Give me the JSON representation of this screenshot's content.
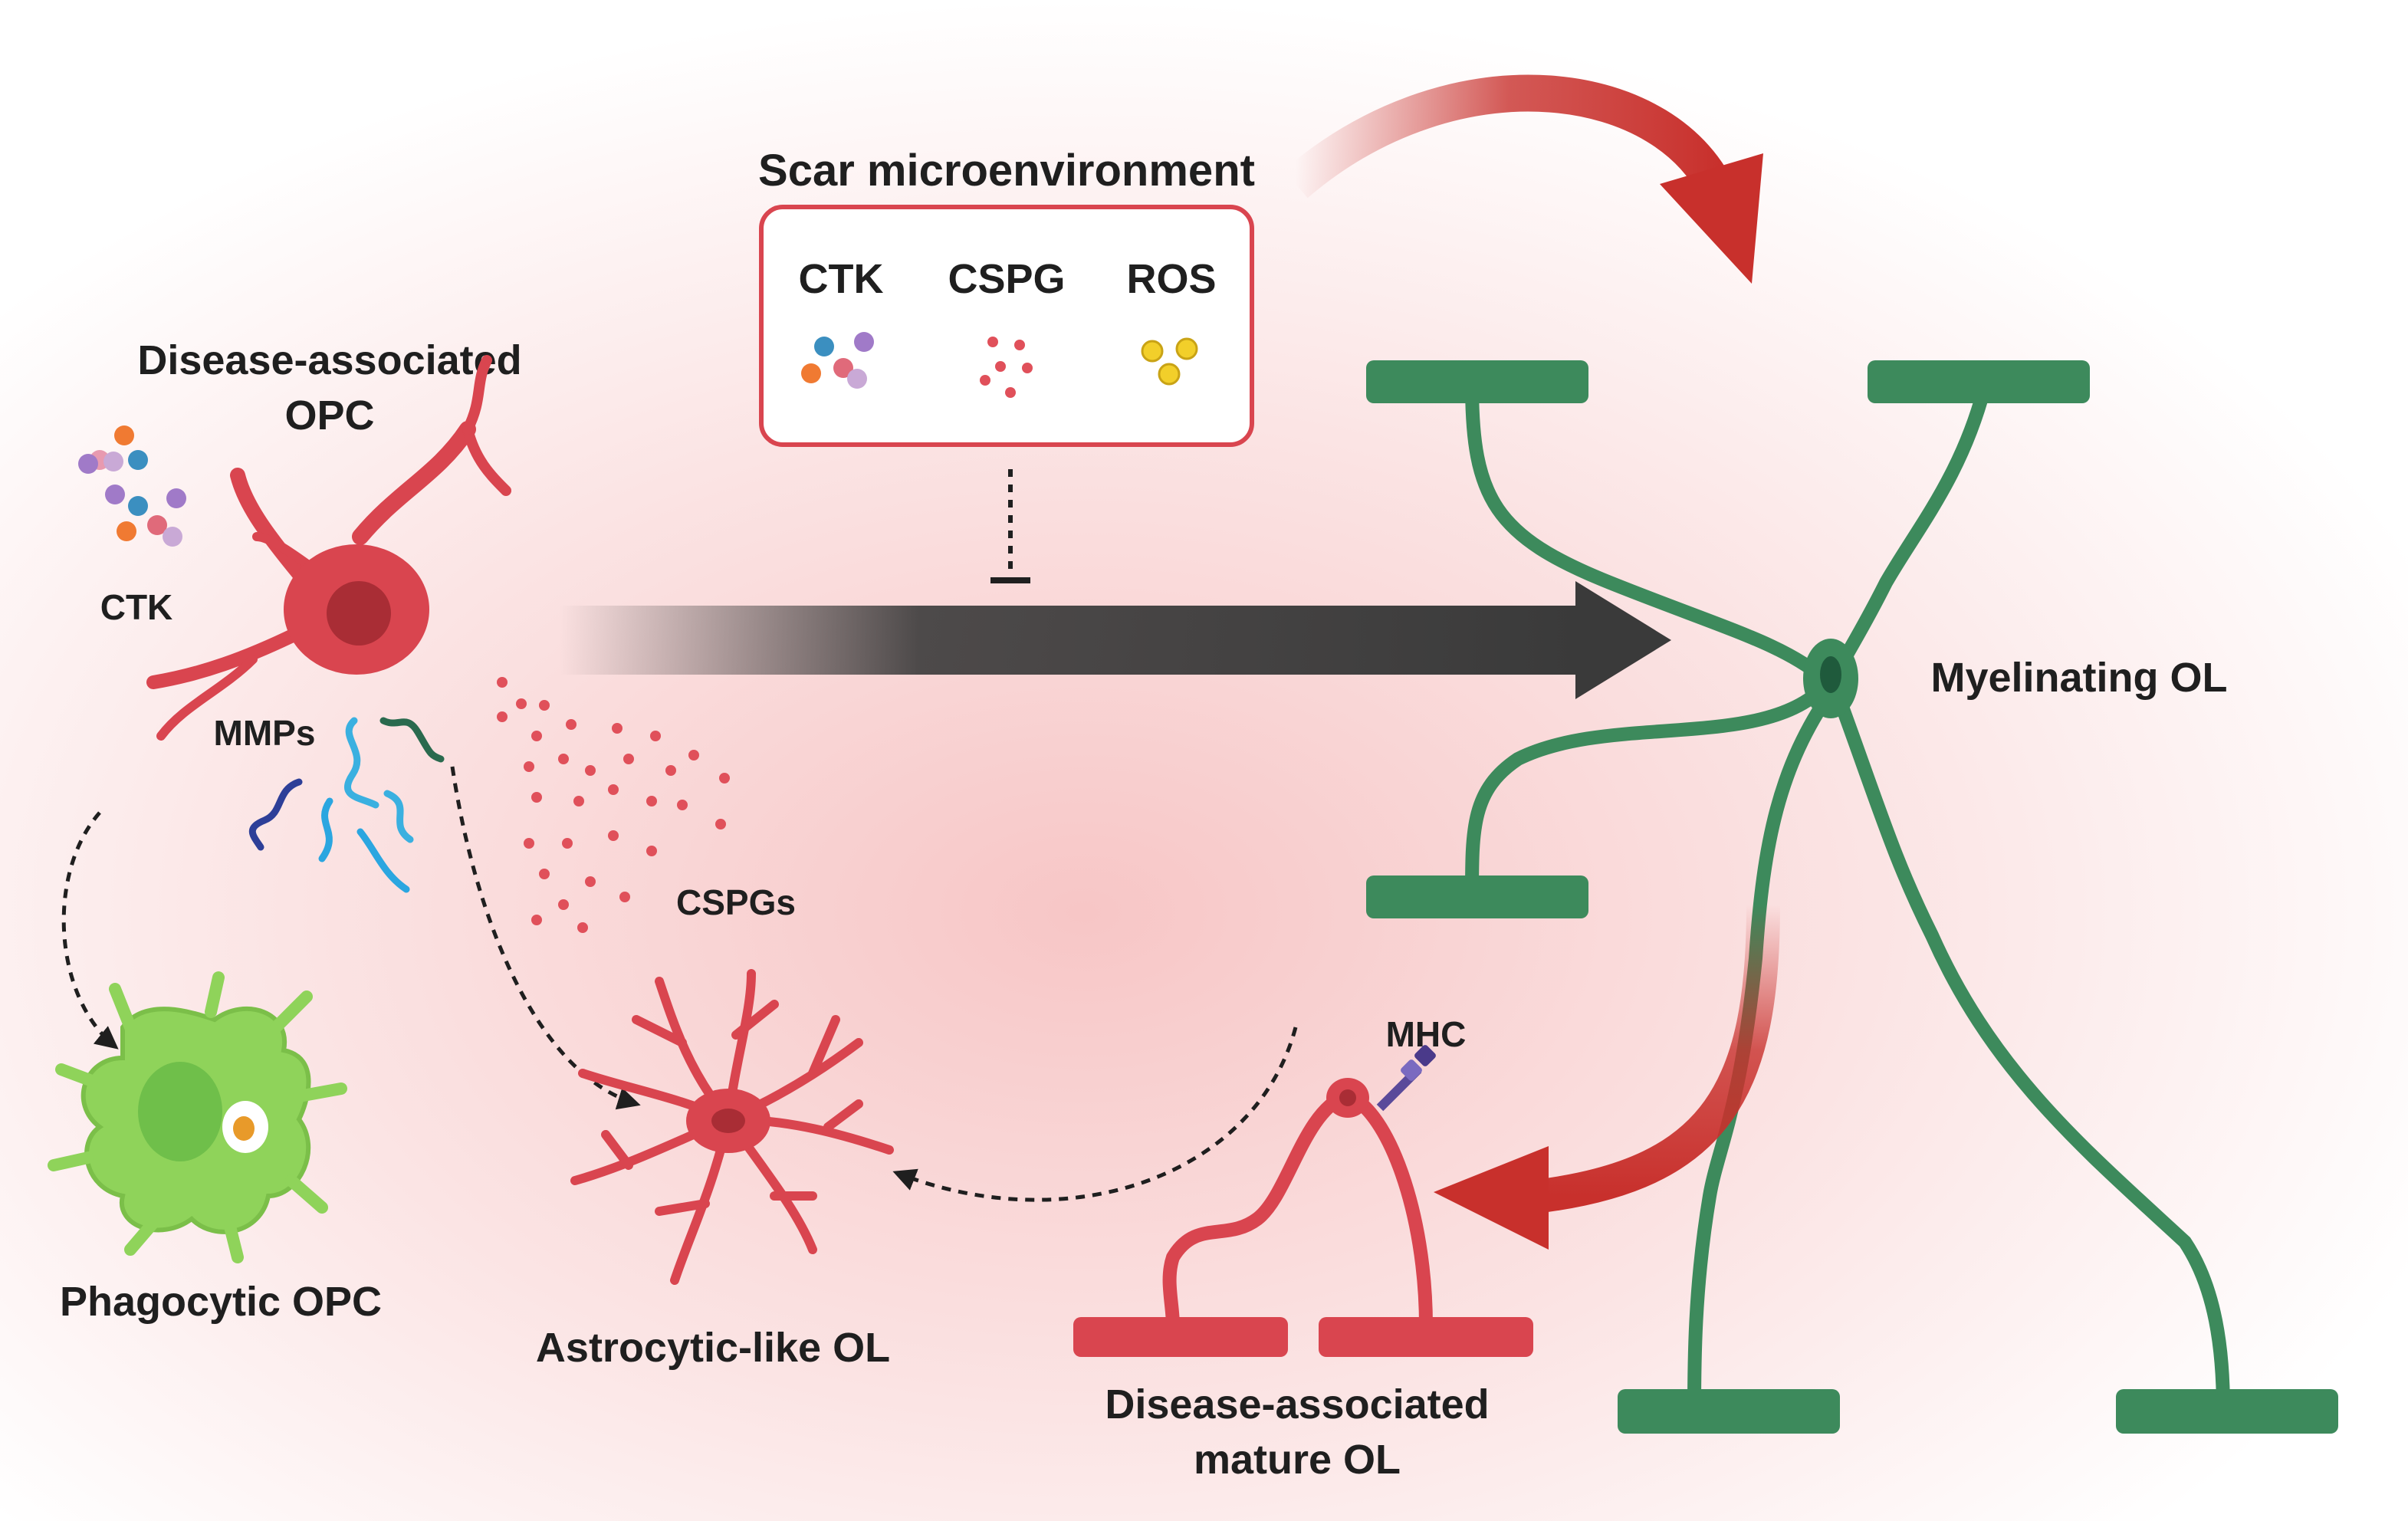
{
  "labels": {
    "scar_title": "Scar microenvironment",
    "ctk_box": "CTK",
    "cspg_box": "CSPG",
    "ros_box": "ROS",
    "da_opc_line1": "Disease-associated",
    "da_opc_line2": "OPC",
    "ctk_side": "CTK",
    "mmps": "MMPs",
    "cspgs": "CSPGs",
    "myelinating": "Myelinating OL",
    "mhc": "MHC",
    "phagocytic": "Phagocytic OPC",
    "astrocytic": "Astrocytic-like OL",
    "da_mature_line1": "Disease-associated",
    "da_mature_line2": "mature OL"
  },
  "colors": {
    "disease_red": "#d9454f",
    "myelin_green": "#3d8a5c",
    "phagocyte_green": "#8fd35a",
    "arrow_red": "#c8302c",
    "main_arrow": "#3a3a3a",
    "box_border": "#d9454f"
  }
}
